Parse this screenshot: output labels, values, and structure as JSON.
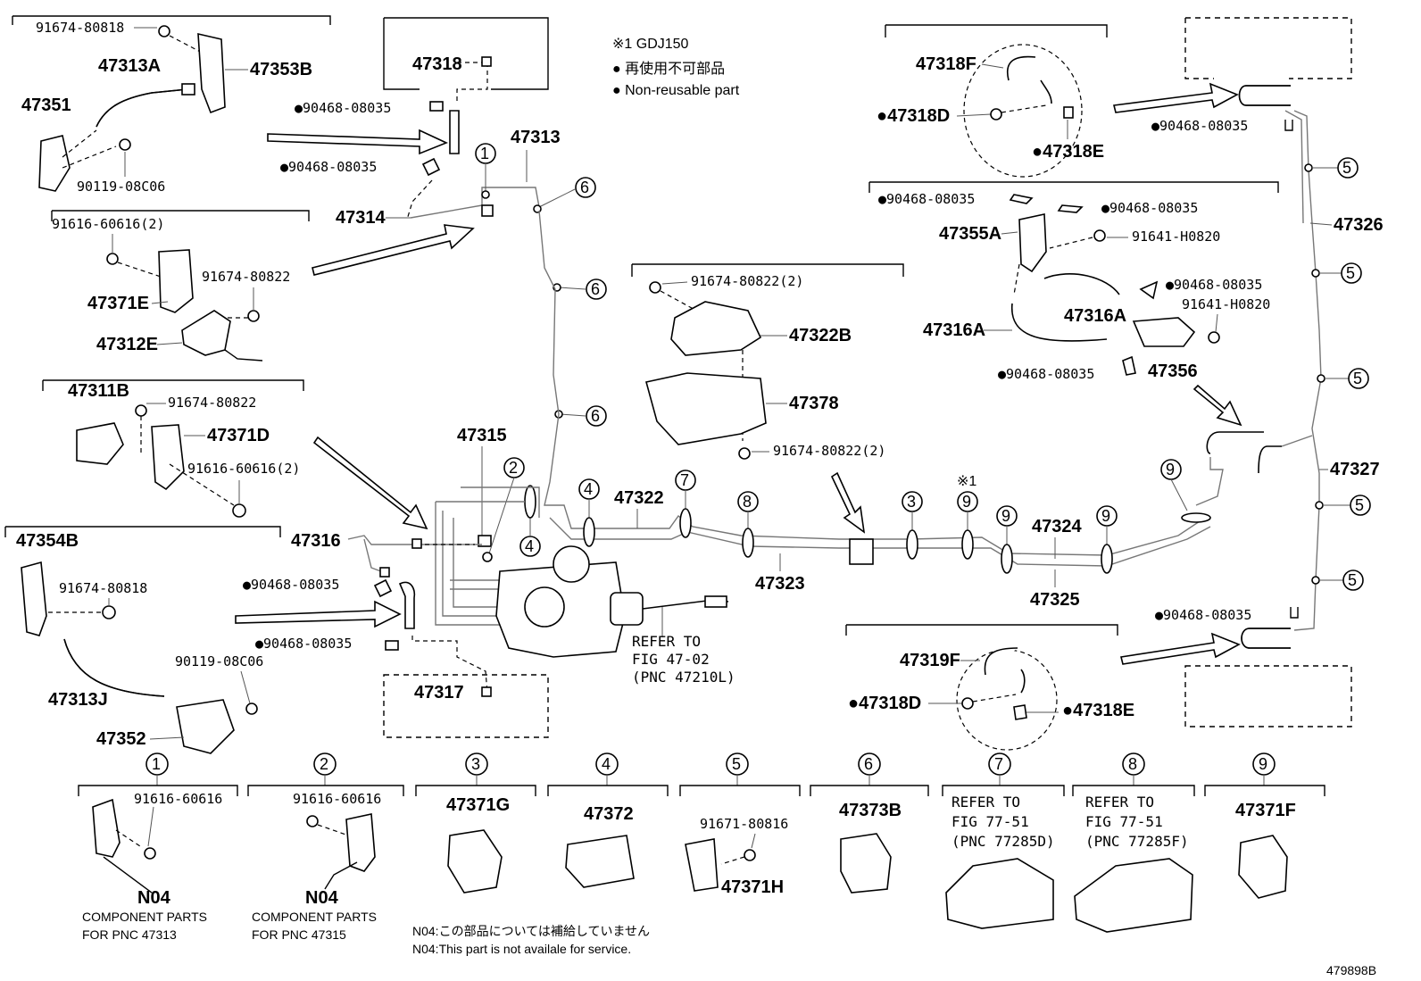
{
  "notes": {
    "gdj": "※1 GDJ150",
    "nonreusable_jp": "● 再使用不可部品",
    "nonreusable_en": "● Non-reusable part",
    "n04_jp": "N04:この部品については補給していません",
    "n04_en": "N04:This part is not availale for service.",
    "figure_id": "479898B"
  },
  "labels": {
    "p91674_80818_a": "91674-80818",
    "p47313A": "47313A",
    "p47353B": "47353B",
    "p47351": "47351",
    "p90119_08C06_a": "90119-08C06",
    "p91616_60616_2a": "91616-60616(2)",
    "p91674_80822_a": "91674-80822",
    "p47371E": "47371E",
    "p47312E": "47312E",
    "p47311B": "47311B",
    "p91674_80822_b": "91674-80822",
    "p47371D": "47371D",
    "p91616_60616_2b": "91616-60616(2)",
    "p47354B": "47354B",
    "p91674_80818_b": "91674-80818",
    "p90119_08C06_b": "90119-08C06",
    "p47313J": "47313J",
    "p47352": "47352",
    "p47318": "47318",
    "p90468_a": "●90468-08035",
    "p90468_b": "●90468-08035",
    "p47313": "47313",
    "p47314": "47314",
    "p47315": "47315",
    "p47316": "47316",
    "p90468_c": "●90468-08035",
    "p90468_d": "●90468-08035",
    "p47317": "47317",
    "p47322": "47322",
    "p47323": "47323",
    "p91674_80822_2a": "91674-80822(2)",
    "p47322B": "47322B",
    "p47378": "47378",
    "p91674_80822_2b": "91674-80822(2)",
    "refer_fig": "REFER TO",
    "refer_fig2": "FIG 47-02",
    "refer_pnc": "(PNC 47210L)",
    "p47324": "47324",
    "p47325": "47325",
    "gdj_mark": "※1",
    "p47318F": "47318F",
    "p47318D_a": "●47318D",
    "p47318E_a": "●47318E",
    "p90468_e": "●90468-08035",
    "p90468_f": "●90468-08035",
    "p90468_g": "●90468-08035",
    "p47355A": "47355A",
    "p91641_a": "91641-H0820",
    "p90468_h": "●90468-08035",
    "p91641_b": "91641-H0820",
    "p47316A_a": "47316A",
    "p47316A_b": "47316A",
    "p90468_i": "●90468-08035",
    "p47356": "47356",
    "p47326": "47326",
    "p47327": "47327",
    "p90468_j": "●90468-08035",
    "p47319F": "47319F",
    "p47318D_b": "●47318D",
    "p47318E_b": "●47318E"
  },
  "callouts": {
    "c1": "1",
    "c2": "2",
    "c3": "3",
    "c4": "4",
    "c5": "5",
    "c6": "6",
    "c7": "7",
    "c8": "8",
    "c9": "9"
  },
  "bottom": {
    "b1_pn": "91616-60616",
    "b1_n04": "N04",
    "b1_desc1": "COMPONENT PARTS",
    "b1_desc2": "FOR PNC 47313",
    "b2_pn": "91616-60616",
    "b2_n04": "N04",
    "b2_desc1": "COMPONENT PARTS",
    "b2_desc2": "FOR PNC 47315",
    "b3_pn": "47371G",
    "b4_pn": "47372",
    "b5_pn1": "91671-80816",
    "b5_pn2": "47371H",
    "b6_pn": "47373B",
    "b7_r1": "REFER TO",
    "b7_r2": "FIG 77-51",
    "b7_r3": "(PNC 77285D)",
    "b8_r1": "REFER TO",
    "b8_r2": "FIG 77-51",
    "b8_r3": "(PNC 77285F)",
    "b9_pn": "47371F"
  }
}
